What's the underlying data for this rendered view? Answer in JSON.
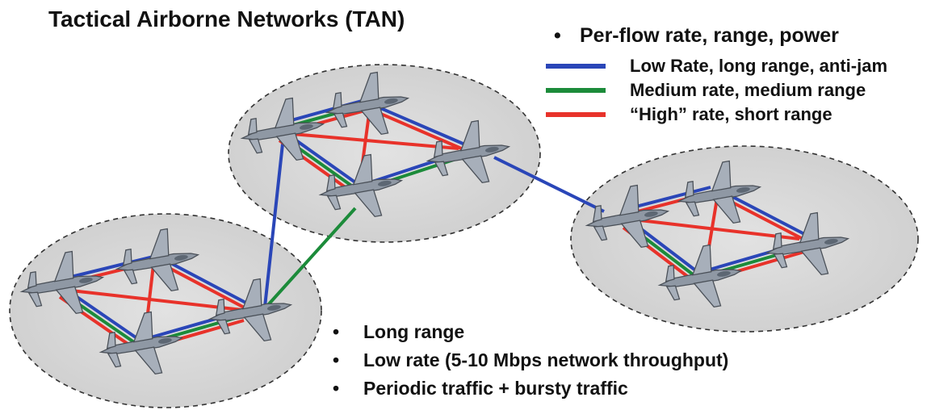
{
  "title": "Tactical Airborne Networks (TAN)",
  "legend": {
    "heading": "Per-flow rate, range, power",
    "entries": [
      {
        "label": "Low Rate, long range, anti-jam",
        "color": "#2a46b8"
      },
      {
        "label": "Medium rate, medium range",
        "color": "#1c8b3a"
      },
      {
        "label": "“High” rate, short range",
        "color": "#e8322a"
      }
    ]
  },
  "notes": [
    "Long range",
    "Low rate (5-10 Mbps network throughput)",
    "Periodic traffic + bursty traffic"
  ],
  "bullet": "•",
  "icons": {
    "cluster": "dashed-ellipse",
    "node": "fighter-jet-icon"
  }
}
